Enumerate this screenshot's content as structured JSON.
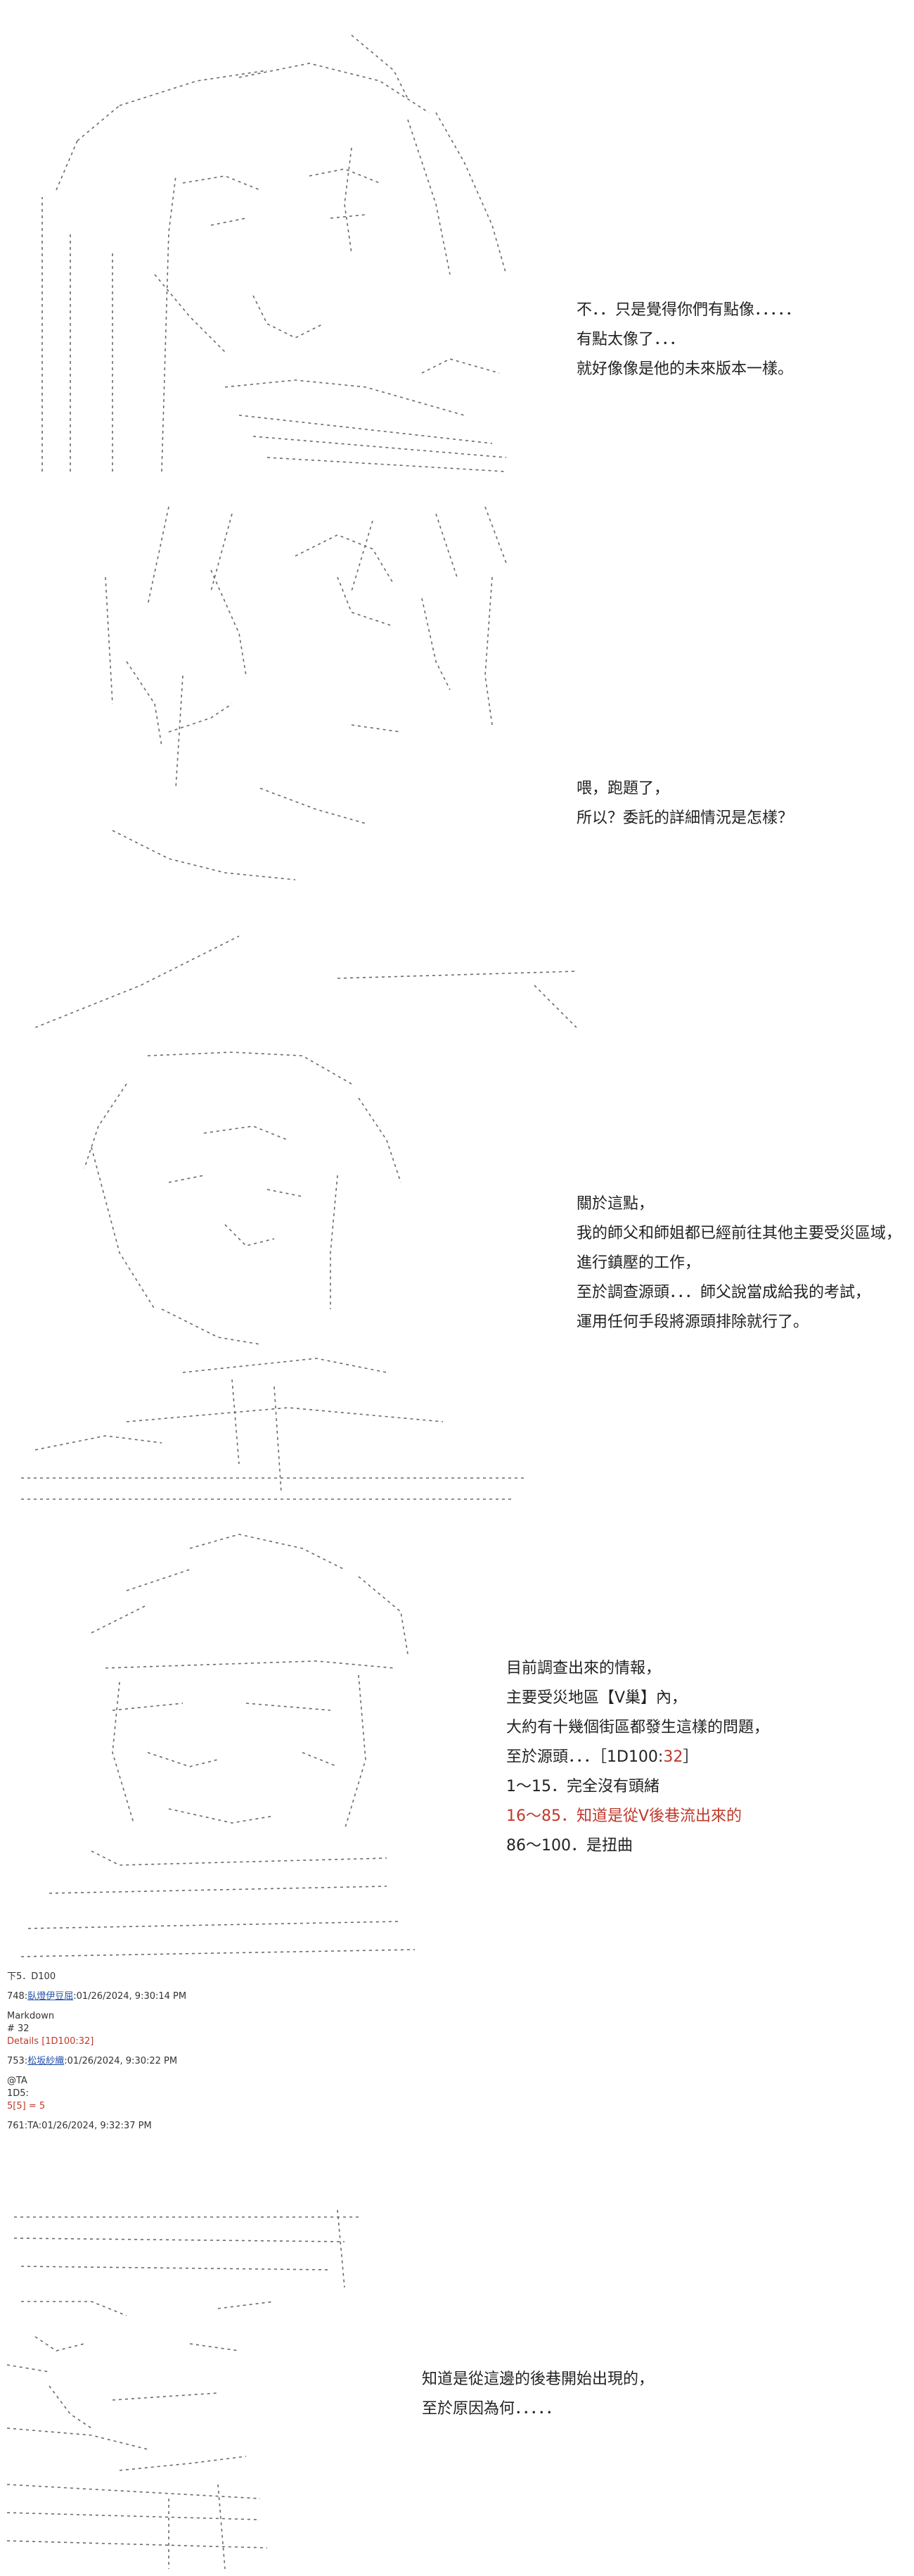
{
  "panel1": {
    "lines": [
      "不．．只是覺得你們有點像．．．．．",
      "有點太像了．．．",
      "就好像像是他的未來版本一樣。"
    ]
  },
  "panel2": {
    "lines": [
      "喂，跑題了，",
      "所以？委託的詳細情況是怎樣？"
    ]
  },
  "panel3": {
    "lines": [
      "關於這點，",
      "我的師父和師姐都已經前往其他主要受災區域，",
      "進行鎮壓的工作，",
      "至於調查源頭．．．師父說當成給我的考試，",
      "運用任何手段將源頭排除就行了。"
    ]
  },
  "panel4": {
    "lines": [
      "目前調查出來的情報，",
      "主要受災地區【V巢】內，",
      "大約有十幾個街區都發生這樣的問題，"
    ],
    "source_prefix": "至於源頭．．．［1D100:",
    "source_roll": "32",
    "source_suffix": "］",
    "opt1": "1～15．完全沒有頭緒",
    "opt2": "16～85．知道是從V後巷流出來的",
    "opt3": "86～100．是扭曲"
  },
  "comments": {
    "dice_line": "下5．D100",
    "post1_num": "748:",
    "post1_name": "臥燈伊豆屈",
    "post1_date": ":01/26/2024, 9:30:14 PM",
    "post1_body1": "Markdown",
    "post1_body2": "# 32",
    "post1_body3": "Details [1D100:32]",
    "post2_num": "753:",
    "post2_name": "松坂紗織",
    "post2_date": ":01/26/2024, 9:30:22 PM",
    "post2_body1": "@TA",
    "post2_body2": "1D5:",
    "post2_body3": "5[5] = 5",
    "post3": "761:TA:01/26/2024, 9:32:37 PM"
  },
  "panel5": {
    "lines": [
      "知道是從這邊的後巷開始出現的，",
      "至於原因為何．．．．．"
    ]
  },
  "colors": {
    "text": "#222222",
    "accent_red": "#c0392b",
    "link": "#1f4fa8",
    "art_stroke": "#6a6a6a"
  }
}
